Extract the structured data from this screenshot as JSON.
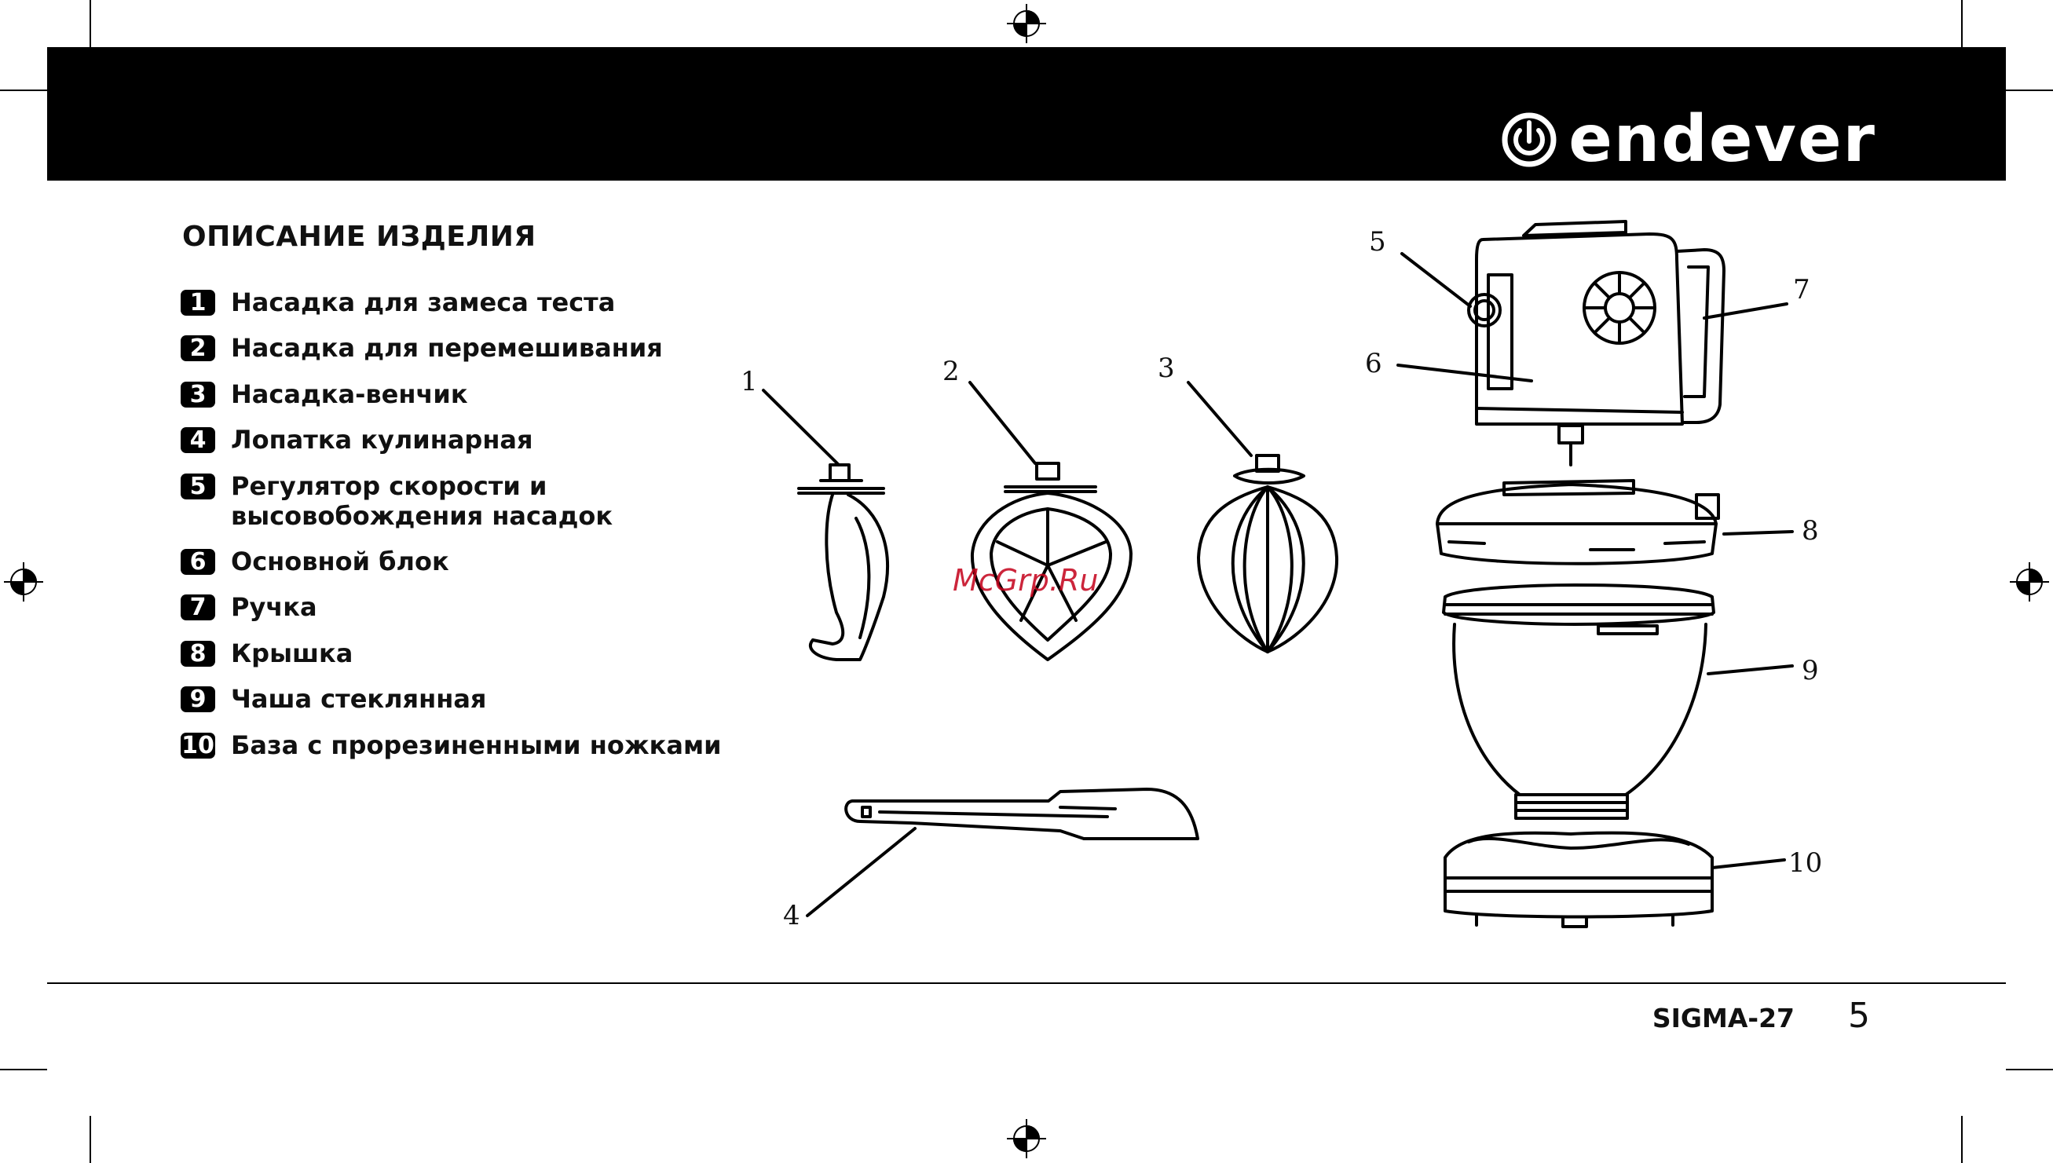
{
  "header": {
    "brand": "endever",
    "logo_icon": "power-icon"
  },
  "title": "ОПИСАНИЕ ИЗДЕЛИЯ",
  "parts": [
    {
      "num": "1",
      "label": "Насадка для замеса теста"
    },
    {
      "num": "2",
      "label": "Насадка для перемешивания"
    },
    {
      "num": "3",
      "label": "Насадка-венчик"
    },
    {
      "num": "4",
      "label": "Лопатка кулинарная"
    },
    {
      "num": "5",
      "label": "Регулятор скорости и\nвысовобождения насадок"
    },
    {
      "num": "6",
      "label": "Основной  блок"
    },
    {
      "num": "7",
      "label": "Ручка"
    },
    {
      "num": "8",
      "label": "Крышка"
    },
    {
      "num": "9",
      "label": "Чаша стеклянная"
    },
    {
      "num": "10",
      "label": "База с прорезиненными ножками"
    }
  ],
  "callouts": [
    "1",
    "2",
    "3",
    "4",
    "5",
    "6",
    "7",
    "8",
    "9",
    "10"
  ],
  "watermark": "McGrp.Ru",
  "footer": {
    "model": "SIGMA-27",
    "page": "5"
  },
  "colors": {
    "header_bg": "#000000",
    "watermark": "#c4001a"
  }
}
